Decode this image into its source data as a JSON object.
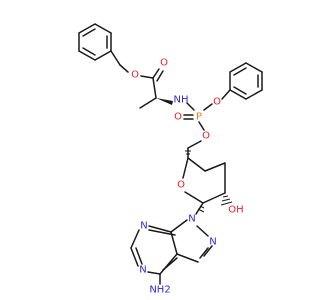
{
  "colors": {
    "bond": "#1a1a1a",
    "oxygen": "#e8202a",
    "nitrogen": "#2a2ae8",
    "phosphorus": "#e87f1a",
    "carbon": "#1a1a1a"
  },
  "atoms": {
    "o_ester_carbonyl": "O",
    "o_ester_link": "O",
    "nh_amide": "NH",
    "o_phenoxy": "O",
    "p_center": "P",
    "o_phosphoryl": "O",
    "o_phosphate_link": "O",
    "o_ring": "O",
    "oh_hydroxyl": "OH",
    "n9": "N",
    "n7": "N",
    "n3": "N",
    "n1": "N",
    "nh2_amino": "NH2"
  }
}
